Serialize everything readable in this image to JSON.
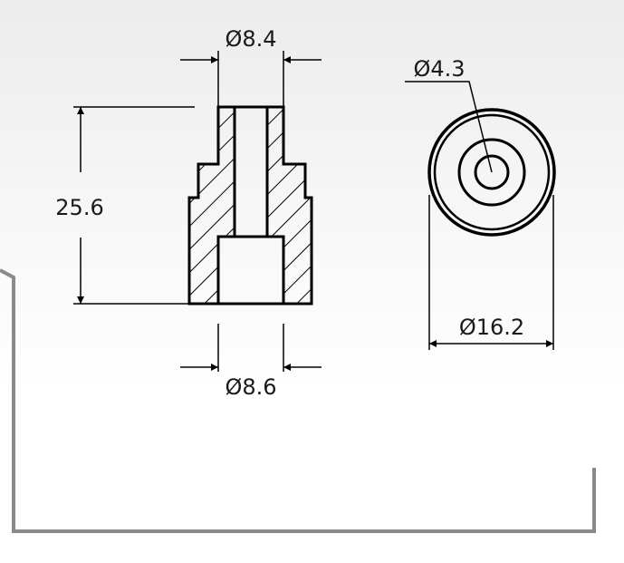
{
  "drawing": {
    "section_view": {
      "top_diameter": "Ø8.4",
      "bottom_diameter": "Ø8.6",
      "height": "25.6"
    },
    "end_view": {
      "bore_diameter": "Ø4.3",
      "outer_diameter": "Ø16.2"
    }
  },
  "colors": {
    "line": "#000000",
    "frame": "#8a8a8a",
    "text": "#1a1a1a"
  }
}
